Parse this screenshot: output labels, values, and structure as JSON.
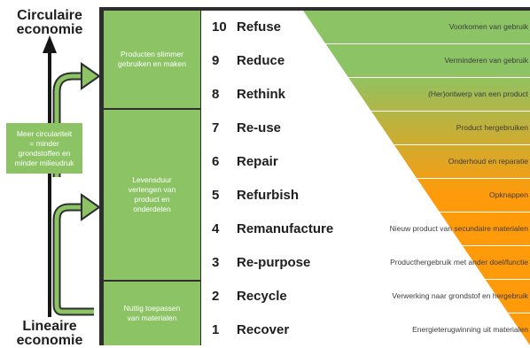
{
  "top_label": "Circulaire\neconomie",
  "bottom_label": "Lineaire\neconomie",
  "side_note": "Meer circulariteit\n= minder\ngrondstoffen en\nminder milieudruk",
  "categories": [
    {
      "label": "Producten slimmer\ngebruiken en maken"
    },
    {
      "label": "Levensduur\nverlengen van\nproduct en\nonderdelen"
    },
    {
      "label": "Nuttig toepassen\nvan materialen"
    }
  ],
  "rows": [
    {
      "num": "10",
      "name": "Refuse",
      "desc": "Voorkomen van gebruik"
    },
    {
      "num": "9",
      "name": "Reduce",
      "desc": "Verminderen van gebruik"
    },
    {
      "num": "8",
      "name": "Rethink",
      "desc": "(Her)ontwerp van een product"
    },
    {
      "num": "7",
      "name": "Re-use",
      "desc": "Product hergebruiken"
    },
    {
      "num": "6",
      "name": "Repair",
      "desc": "Onderhoud en reparatie"
    },
    {
      "num": "5",
      "name": "Refurbish",
      "desc": "Opknappen"
    },
    {
      "num": "4",
      "name": "Remanufacture",
      "desc": "Nieuw product van secundaire materialen"
    },
    {
      "num": "3",
      "name": "Re-purpose",
      "desc": "Producthergebruik met ander doel/functie"
    },
    {
      "num": "2",
      "name": "Recycle",
      "desc": "Verwerking naar grondstof en hergebruik"
    },
    {
      "num": "1",
      "name": "Recover",
      "desc": "Energieterugwinning uit materialen"
    }
  ],
  "colors": {
    "green": "#8cc465",
    "orange": "#ff9a0a",
    "frame": "#2e2e2e"
  }
}
